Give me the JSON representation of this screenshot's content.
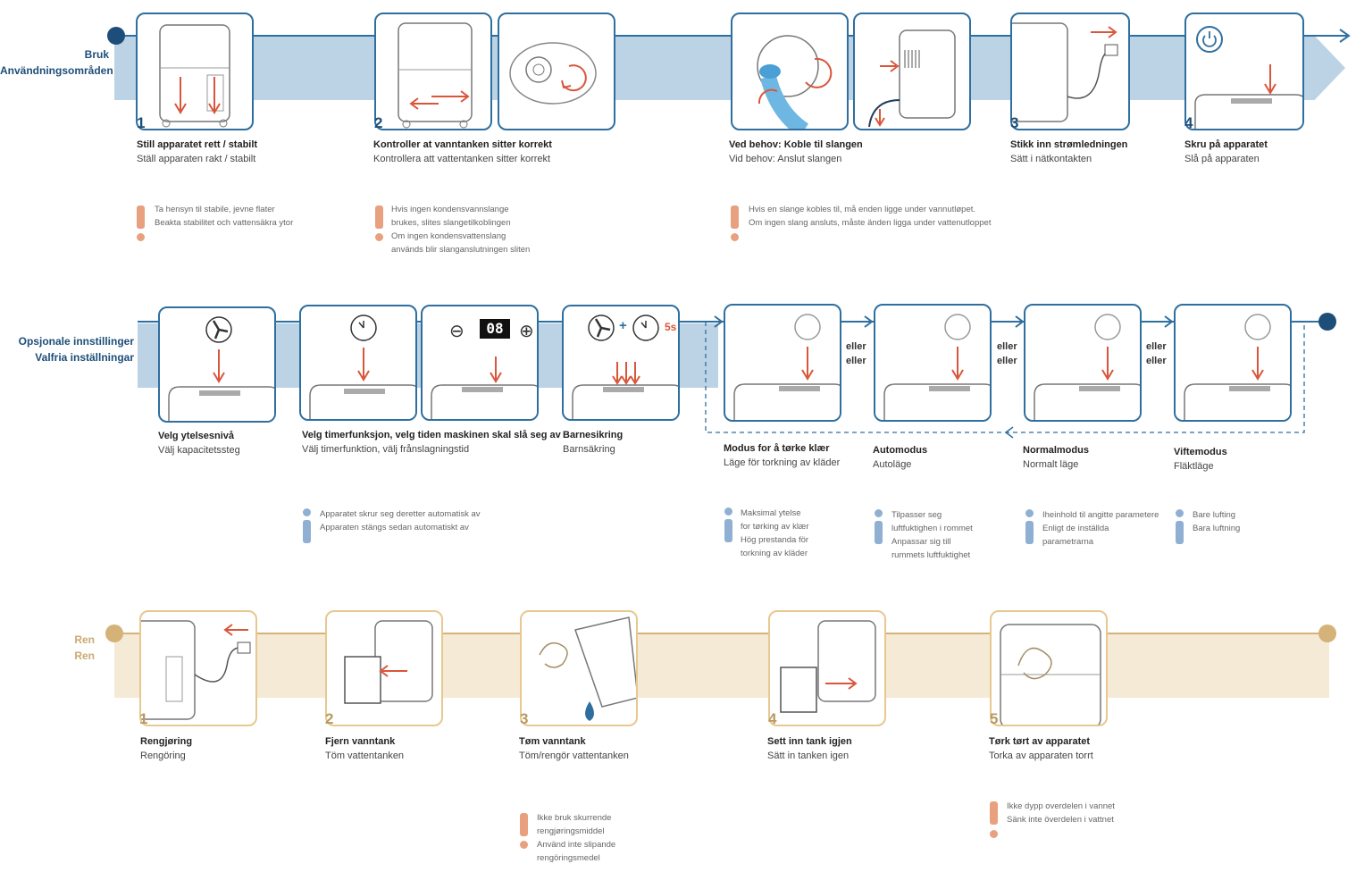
{
  "colors": {
    "blue": "#1d4e79",
    "blue_band": "#bcd3e6",
    "gold": "#d4b278",
    "gold_band": "#f5ead6",
    "warning": "#e9a07f",
    "info": "#8fb0d3"
  },
  "section1": {
    "label_no": "Bruk",
    "label_sv": "Användningsområden",
    "steps": [
      {
        "num": "1",
        "no": "Still apparatet rett / stabilt",
        "sv": "Ställ apparaten rakt / stabilt"
      },
      {
        "num": "2",
        "no": "Kontroller at vanntanken sitter korrekt",
        "sv": "Kontrollera att vattentanken sitter korrekt"
      },
      {
        "num": "",
        "no": "Ved behov: Koble til slangen",
        "sv": "Vid behov: Anslut slangen"
      },
      {
        "num": "3",
        "no": "Stikk inn strømledningen",
        "sv": "Sätt i nätkontakten"
      },
      {
        "num": "4",
        "no": "Skru på apparatet",
        "sv": "Slå på apparaten"
      }
    ],
    "notes": [
      {
        "lines": [
          "Ta hensyn til stabile, jevne flater",
          "Beakta stabilitet och vattensäkra ytor"
        ]
      },
      {
        "lines": [
          "Hvis ingen kondensvannslange",
          "brukes, slites slangetilkoblingen",
          "Om ingen kondensvattenslang",
          "används blir slanganslutningen sliten"
        ]
      },
      {
        "lines": [
          "Hvis en slange kobles til, må enden ligge under vannutløpet.",
          "Om ingen slang ansluts, måste änden ligga under vattenutloppet"
        ]
      }
    ]
  },
  "section2": {
    "label_no": "Opsjonale innstillinger",
    "label_sv": "Valfria inställningar",
    "display_value": "08",
    "timer_minus": "⊖",
    "timer_plus": "⊕",
    "plus_sign": "+",
    "seconds": "5s",
    "eller": [
      "eller",
      "eller"
    ],
    "steps": [
      {
        "no": "Velg ytelsesnivå",
        "sv": "Välj kapacitetssteg"
      },
      {
        "no": "Velg timerfunksjon, velg tiden maskinen skal slå seg av",
        "sv": "Välj timerfunktion, välj frånslagningstid"
      },
      {
        "no": "Barnesikring",
        "sv": "Barnsäkring"
      },
      {
        "no": "Modus for å tørke klær",
        "sv": "Läge för torkning av kläder"
      },
      {
        "no": "Automodus",
        "sv": "Autoläge"
      },
      {
        "no": "Normalmodus",
        "sv": "Normalt läge"
      },
      {
        "no": "Viftemodus",
        "sv": "Fläktläge"
      }
    ],
    "notes": [
      {
        "lines": [
          "Apparatet skrur seg deretter automatisk av",
          "Apparaten stängs sedan automatiskt av"
        ]
      },
      {
        "lines": [
          "Maksimal ytelse",
          "for tørking av klær",
          "Hög prestanda för",
          "torkning av kläder"
        ]
      },
      {
        "lines": [
          "Tilpasser seg",
          "luftfuktighen i rommet",
          "Anpassar sig till",
          "rummets luftfuktighet"
        ]
      },
      {
        "lines": [
          "Iheinhold til angitte parametere",
          "Enligt de inställda",
          "parametrarna"
        ]
      },
      {
        "lines": [
          "Bare lufting",
          "Bara luftning"
        ]
      }
    ]
  },
  "section3": {
    "label_no": "Ren",
    "label_sv": "Ren",
    "steps": [
      {
        "num": "1",
        "no": "Rengjøring",
        "sv": "Rengöring"
      },
      {
        "num": "2",
        "no": "Fjern vanntank",
        "sv": "Töm vattentanken"
      },
      {
        "num": "3",
        "no": "Tøm vanntank",
        "sv": "Töm/rengör vattentanken"
      },
      {
        "num": "4",
        "no": "Sett inn tank igjen",
        "sv": "Sätt in tanken igen"
      },
      {
        "num": "5",
        "no": "Tørk tørt av apparatet",
        "sv": "Torka av apparaten torrt"
      }
    ],
    "notes": [
      {
        "lines": [
          "Ikke bruk skurrende",
          "rengjøringsmiddel",
          "Använd inte slipande",
          "rengöringsmedel"
        ]
      },
      {
        "lines": [
          "Ikke dypp overdelen i vannet",
          "Sänk inte överdelen i vattnet"
        ]
      }
    ]
  }
}
